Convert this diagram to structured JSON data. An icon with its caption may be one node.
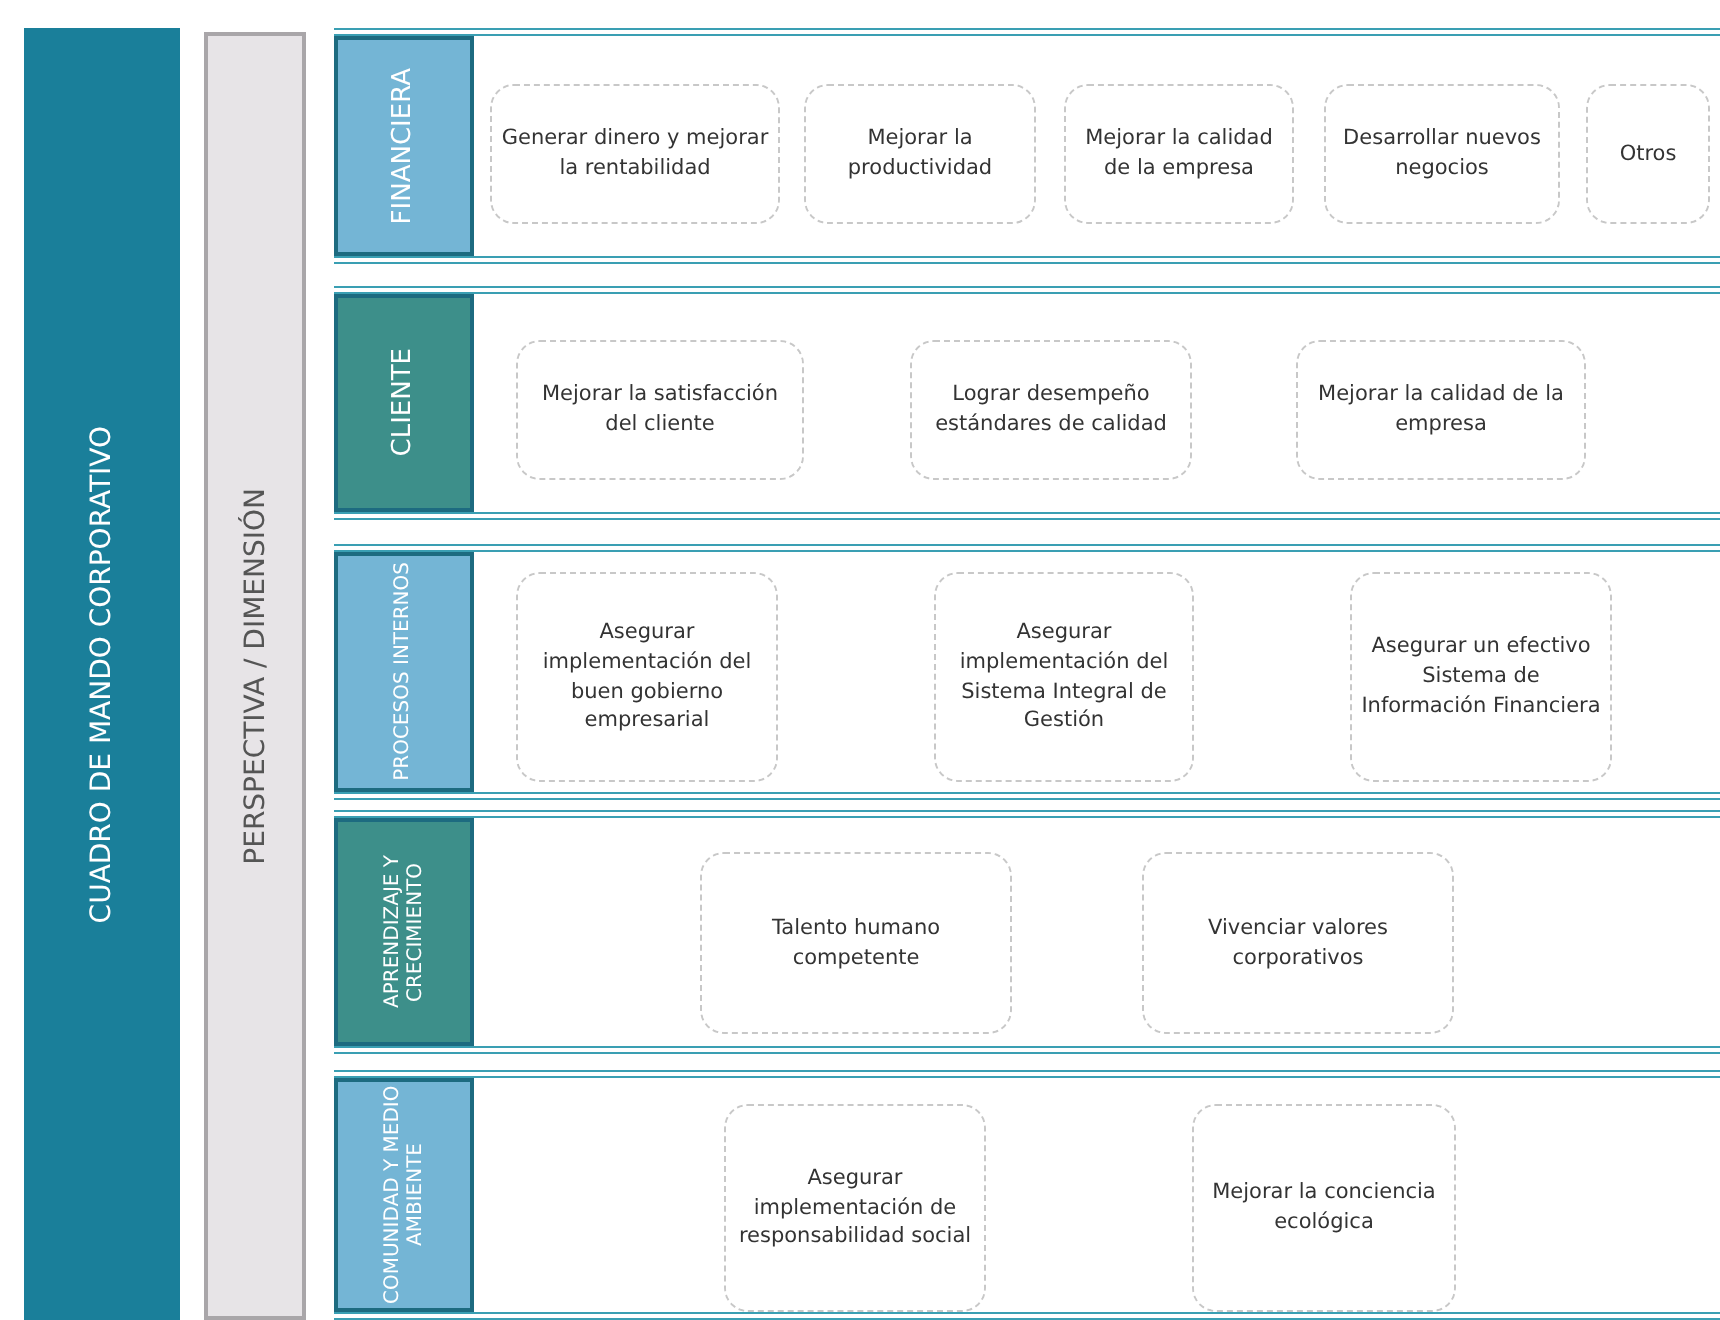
{
  "diagram": {
    "nodes": [
      {
        "text": [
          "CUADRO DE MANDO CORPORATIVO"
        ]
      },
      {
        "text": [
          "PERSPECTIVA / DIMENSIÓN"
        ]
      },
      {
        "text": [
          "FINANCIERA"
        ]
      },
      {
        "text": [
          "Generar dinero y mejorar la rentabilidad"
        ],
        "in": 2
      },
      {
        "text": [
          "Mejorar la productividad"
        ],
        "in": 2
      },
      {
        "text": [
          "Mejorar la calidad de la empresa"
        ],
        "in": 2
      },
      {
        "text": [
          "Desarrollar nuevos negocios"
        ],
        "in": 2
      },
      {
        "text": [
          "Otros"
        ],
        "in": 2
      },
      {
        "text": [
          "CLIENTE"
        ]
      },
      {
        "text": [
          "Mejorar la satisfacción del cliente"
        ],
        "in": 8
      },
      {
        "text": [
          "Lograr desempeño estándares de calidad"
        ],
        "in": 8
      },
      {
        "text": [
          "Mejorar la calidad de la empresa"
        ],
        "in": 8
      },
      {
        "text": [
          "PROCESOS INTERNOS"
        ]
      },
      {
        "text": [
          "Asegurar implementación del buen gobierno empresarial"
        ],
        "in": 12
      },
      {
        "text": [
          "Asegurar implementación del Sistema Integral de Gestión"
        ],
        "in": 12
      },
      {
        "text": [
          "Asegurar un efectivo Sistema de Información Financiera"
        ],
        "in": 12
      },
      {
        "text": [
          "APRENDIZAJE Y CRECIMIENTO"
        ]
      },
      {
        "text": [
          "Talento humano competente"
        ],
        "in": 16
      },
      {
        "text": [
          "Vivenciar valores corporativos"
        ],
        "in": 16
      },
      {
        "text": [
          "COMUNIDAD Y MEDIO AMBIENTE"
        ]
      },
      {
        "text": [
          "Asegurar implementación de responsabilidad social"
        ],
        "in": 19
      },
      {
        "text": [
          "Mejorar la conciencia ecológica"
        ],
        "in": 19
      }
    ]
  }
}
